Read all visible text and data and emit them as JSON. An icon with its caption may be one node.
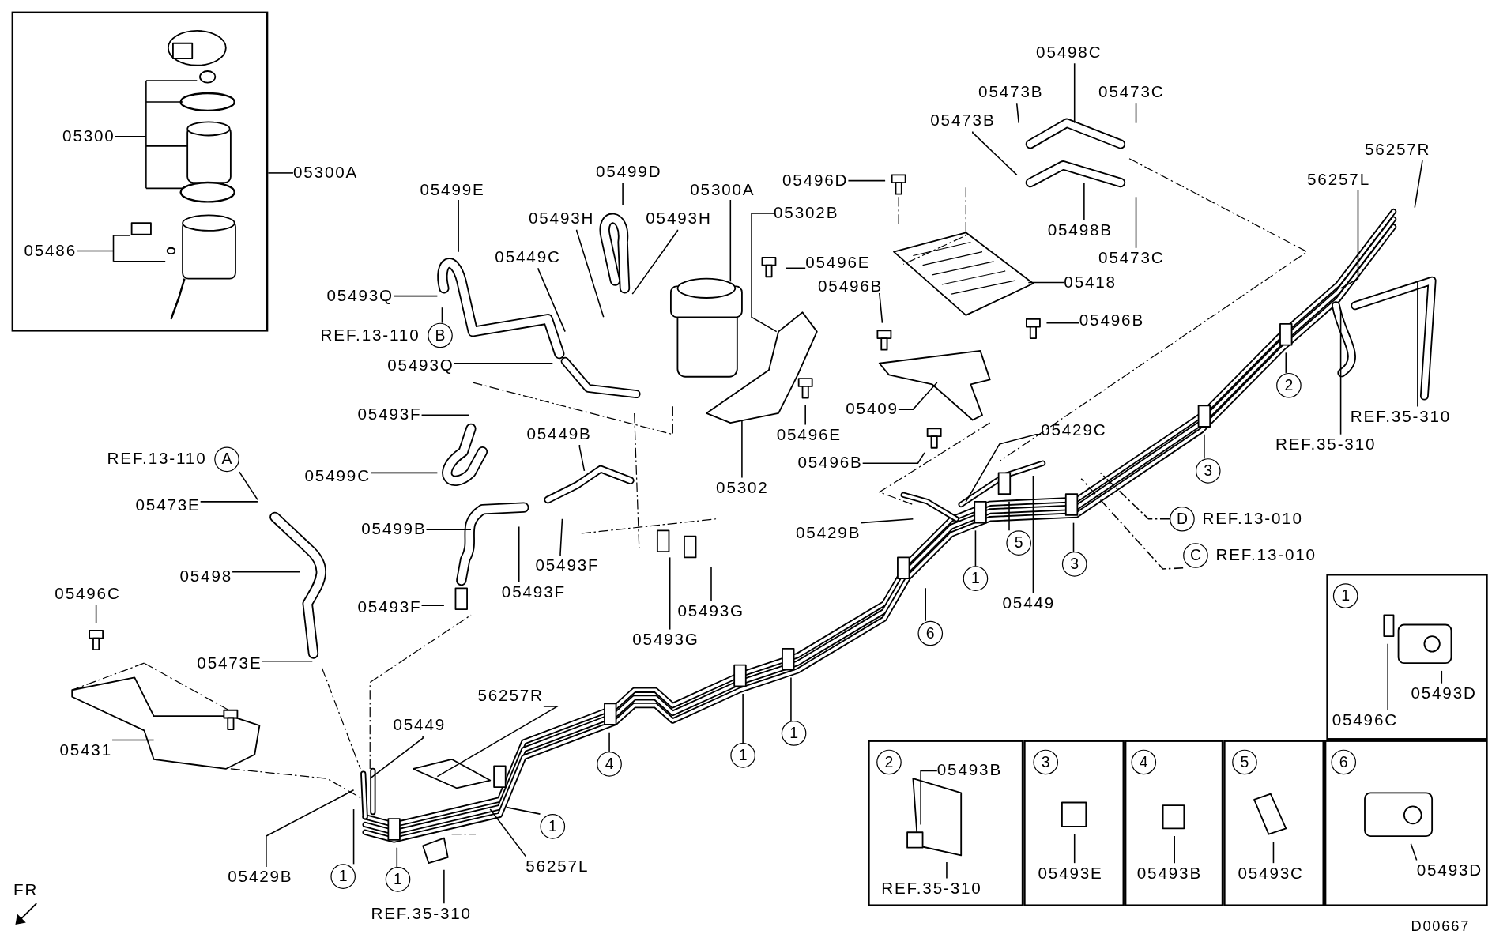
{
  "diagram": {
    "nodes": [
      {
        "text": [],
        "shape": "box"
      },
      {
        "text": [
          "05300"
        ],
        "in": 0
      },
      {
        "text": [
          "05486"
        ],
        "in": 0
      },
      {
        "text": [
          "05300A"
        ]
      },
      {
        "text": [
          "05499E"
        ]
      },
      {
        "text": [
          "05493Q"
        ]
      },
      {
        "text": [
          "B"
        ],
        "beside": [
          "REF.13-110"
        ]
      },
      {
        "text": [
          "05449C"
        ]
      },
      {
        "text": [
          "05493Q"
        ]
      },
      {
        "text": [
          "05499D"
        ]
      },
      {
        "text": [
          "05493H"
        ]
      },
      {
        "text": [
          "05493H"
        ]
      },
      {
        "text": [
          "05300A"
        ]
      },
      {
        "text": [
          "05302B"
        ]
      },
      {
        "text": [
          "05496E"
        ]
      },
      {
        "text": [
          "05496B"
        ]
      },
      {
        "text": [
          "05418"
        ]
      },
      {
        "text": [
          "05496B"
        ]
      },
      {
        "text": [
          "05409"
        ]
      },
      {
        "text": [
          "05496E"
        ]
      },
      {
        "text": [
          "05302"
        ]
      },
      {
        "text": [
          "05496B"
        ]
      },
      {
        "text": [
          "05496D"
        ]
      },
      {
        "text": [
          "05473B"
        ]
      },
      {
        "text": [
          "05498C"
        ]
      },
      {
        "text": [
          "05473C"
        ]
      },
      {
        "text": [
          "05473B"
        ]
      },
      {
        "text": [
          "05498B"
        ]
      },
      {
        "text": [
          "05473C"
        ]
      },
      {
        "text": [
          "56257R"
        ]
      },
      {
        "text": [
          "56257L"
        ]
      },
      {
        "text": [
          "2"
        ]
      },
      {
        "text": [
          "REF.35-310"
        ]
      },
      {
        "text": [
          "REF.35-310"
        ]
      },
      {
        "text": [
          "3"
        ]
      },
      {
        "text": [
          "05429C"
        ]
      },
      {
        "text": [
          "05493F"
        ]
      },
      {
        "text": [
          "05499C"
        ]
      },
      {
        "text": [
          "05449B"
        ]
      },
      {
        "text": [
          "A"
        ],
        "beside": [
          "REF.13-110"
        ]
      },
      {
        "text": [
          "05473E"
        ]
      },
      {
        "text": [
          "05499B"
        ]
      },
      {
        "text": [
          "05493F"
        ]
      },
      {
        "text": [
          "05493F"
        ]
      },
      {
        "text": [
          "05493G"
        ]
      },
      {
        "text": [
          "05493G"
        ]
      },
      {
        "text": [
          "05498"
        ]
      },
      {
        "text": [
          "05493F"
        ]
      },
      {
        "text": [
          "05496C"
        ]
      },
      {
        "text": [
          "05473E"
        ]
      },
      {
        "text": [
          "05431"
        ]
      },
      {
        "text": [
          "05449"
        ]
      },
      {
        "text": [
          "56257R"
        ]
      },
      {
        "text": [
          "05429B"
        ]
      },
      {
        "text": [
          "1"
        ]
      },
      {
        "text": [
          "1"
        ]
      },
      {
        "text": [
          "REF.35-310"
        ]
      },
      {
        "text": [
          "56257L"
        ]
      },
      {
        "text": [
          "1"
        ]
      },
      {
        "text": [
          "4"
        ]
      },
      {
        "text": [
          "1"
        ]
      },
      {
        "text": [
          "1"
        ]
      },
      {
        "text": [
          "05429B"
        ]
      },
      {
        "text": [
          "1"
        ]
      },
      {
        "text": [
          "5"
        ]
      },
      {
        "text": [
          "05449"
        ]
      },
      {
        "text": [
          "3"
        ]
      },
      {
        "text": [
          "6"
        ]
      },
      {
        "text": [
          "D"
        ],
        "beside": [
          "REF.13-010"
        ]
      },
      {
        "text": [
          "C"
        ],
        "beside": [
          "REF.13-010"
        ]
      },
      {
        "text": [],
        "shape": "box"
      },
      {
        "text": [
          "1"
        ],
        "in": 70
      },
      {
        "text": [
          "05496C"
        ],
        "in": 70
      },
      {
        "text": [
          "05493D"
        ],
        "in": 70
      },
      {
        "text": [],
        "shape": "box"
      },
      {
        "text": [
          "2"
        ],
        "in": 74
      },
      {
        "text": [
          "05493B"
        ],
        "in": 74
      },
      {
        "text": [
          "REF.35-310"
        ],
        "in": 74
      },
      {
        "text": [],
        "shape": "box"
      },
      {
        "text": [
          "3"
        ],
        "in": 78
      },
      {
        "text": [
          "05493E"
        ],
        "in": 78
      },
      {
        "text": [],
        "shape": "box"
      },
      {
        "text": [
          "4"
        ],
        "in": 81
      },
      {
        "text": [
          "05493B"
        ],
        "in": 81
      },
      {
        "text": [],
        "shape": "box"
      },
      {
        "text": [
          "5"
        ],
        "in": 84
      },
      {
        "text": [
          "05493C"
        ],
        "in": 84
      },
      {
        "text": [],
        "shape": "box"
      },
      {
        "text": [
          "6"
        ],
        "in": 87
      },
      {
        "text": [
          "05493D"
        ],
        "in": 87
      }
    ],
    "edges": [
      {
        "from": 1,
        "to": null,
        "arrow": "none"
      },
      {
        "from": 2,
        "to": null,
        "arrow": "none"
      },
      {
        "from": 3,
        "to": 0,
        "arrow": "none"
      },
      {
        "from": 4,
        "to": null,
        "arrow": "none"
      },
      {
        "from": 5,
        "to": null,
        "arrow": "none"
      },
      {
        "from": 6,
        "to": null,
        "arrow": "none"
      },
      {
        "from": 7,
        "to": null,
        "arrow": "none"
      },
      {
        "from": 8,
        "to": null,
        "arrow": "none"
      },
      {
        "from": 9,
        "to": null,
        "arrow": "none"
      },
      {
        "from": 10,
        "to": null,
        "arrow": "none"
      },
      {
        "from": 11,
        "to": null,
        "arrow": "none"
      },
      {
        "from": 12,
        "to": null,
        "arrow": "none"
      },
      {
        "from": 13,
        "to": null,
        "arrow": "none"
      },
      {
        "from": 14,
        "to": null,
        "arrow": "none"
      },
      {
        "from": 15,
        "to": null,
        "arrow": "none"
      },
      {
        "from": 16,
        "to": null,
        "arrow": "none"
      },
      {
        "from": 17,
        "to": null,
        "arrow": "none"
      },
      {
        "from": 18,
        "to": null,
        "arrow": "none"
      },
      {
        "from": 19,
        "to": null,
        "arrow": "none"
      },
      {
        "from": 20,
        "to": null,
        "arrow": "none"
      },
      {
        "from": 21,
        "to": null,
        "arrow": "none"
      },
      {
        "from": 22,
        "to": null,
        "arrow": "none"
      },
      {
        "from": 23,
        "to": null,
        "arrow": "none"
      },
      {
        "from": 24,
        "to": null,
        "arrow": "none"
      },
      {
        "from": 25,
        "to": null,
        "arrow": "none"
      },
      {
        "from": 26,
        "to": null,
        "arrow": "none"
      },
      {
        "from": 27,
        "to": null,
        "arrow": "none"
      },
      {
        "from": 28,
        "to": null,
        "arrow": "none"
      },
      {
        "from": 29,
        "to": null,
        "arrow": "none"
      },
      {
        "from": 30,
        "to": null,
        "arrow": "none"
      },
      {
        "from": 31,
        "to": null,
        "arrow": "none"
      },
      {
        "from": 32,
        "to": null,
        "arrow": "none"
      },
      {
        "from": 33,
        "to": null,
        "arrow": "none"
      },
      {
        "from": 34,
        "to": null,
        "arrow": "none"
      },
      {
        "from": 35,
        "to": null,
        "arrow": "none"
      },
      {
        "from": 36,
        "to": null,
        "arrow": "none"
      },
      {
        "from": 37,
        "to": null,
        "arrow": "none"
      },
      {
        "from": 38,
        "to": null,
        "arrow": "none"
      },
      {
        "from": 39,
        "to": null,
        "arrow": "none"
      },
      {
        "from": 40,
        "to": null,
        "arrow": "none"
      },
      {
        "from": 41,
        "to": null,
        "arrow": "none"
      },
      {
        "from": 42,
        "to": null,
        "arrow": "none"
      },
      {
        "from": 43,
        "to": null,
        "arrow": "none"
      },
      {
        "from": 44,
        "to": null,
        "arrow": "none"
      },
      {
        "from": 45,
        "to": null,
        "arrow": "none"
      },
      {
        "from": 46,
        "to": null,
        "arrow": "none"
      },
      {
        "from": 47,
        "to": null,
        "arrow": "none"
      },
      {
        "from": 48,
        "to": null,
        "arrow": "none"
      },
      {
        "from": 49,
        "to": null,
        "arrow": "none"
      },
      {
        "from": 50,
        "to": null,
        "arrow": "none"
      },
      {
        "from": 51,
        "to": null,
        "arrow": "none"
      },
      {
        "from": 52,
        "to": null,
        "arrow": "none"
      },
      {
        "from": 53,
        "to": null,
        "arrow": "none"
      },
      {
        "from": 54,
        "to": null,
        "arrow": "none"
      },
      {
        "from": 55,
        "to": null,
        "arrow": "none"
      },
      {
        "from": 56,
        "to": null,
        "arrow": "none"
      },
      {
        "from": 57,
        "to": null,
        "arrow": "none"
      },
      {
        "from": 58,
        "to": null,
        "arrow": "none"
      },
      {
        "from": 59,
        "to": null,
        "arrow": "none"
      },
      {
        "from": 60,
        "to": null,
        "arrow": "none"
      },
      {
        "from": 61,
        "to": null,
        "arrow": "none"
      },
      {
        "from": 62,
        "to": null,
        "arrow": "none"
      },
      {
        "from": 63,
        "to": null,
        "arrow": "none"
      },
      {
        "from": 64,
        "to": null,
        "arrow": "none"
      },
      {
        "from": 65,
        "to": null,
        "arrow": "none"
      },
      {
        "from": 66,
        "to": null,
        "arrow": "none"
      },
      {
        "from": 67,
        "to": null,
        "arrow": "none"
      },
      {
        "from": 68,
        "to": null,
        "arrow": "none",
        "style": "dashed"
      },
      {
        "from": 69,
        "to": null,
        "arrow": "none",
        "style": "dashed"
      },
      {
        "from": 72,
        "to": null,
        "arrow": "none"
      },
      {
        "from": 73,
        "to": null,
        "arrow": "none"
      },
      {
        "from": 76,
        "to": null,
        "arrow": "none"
      },
      {
        "from": 77,
        "to": null,
        "arrow": "none"
      },
      {
        "from": 80,
        "to": null,
        "arrow": "none"
      },
      {
        "from": 83,
        "to": null,
        "arrow": "none"
      },
      {
        "from": 86,
        "to": null,
        "arrow": "none"
      },
      {
        "from": 89,
        "to": null,
        "arrow": "none"
      }
    ],
    "labels": [
      "FR",
      "D00667"
    ]
  }
}
